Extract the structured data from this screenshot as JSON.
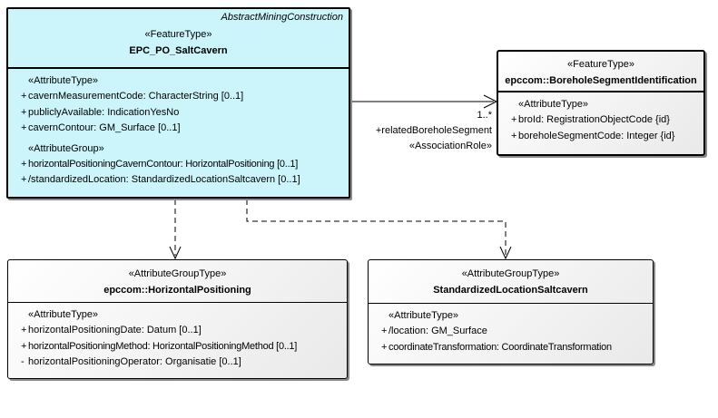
{
  "colors": {
    "background": "#ffffff",
    "feature_fill": "#cbf5fb",
    "border": "#000000",
    "shadow": "#8a8a8a"
  },
  "classes": {
    "salt_cavern": {
      "parent_label": "AbstractMiningConstruction",
      "stereotype": "«FeatureType»",
      "name": "EPC_PO_SaltCavern",
      "section1_heading": "«AttributeType»",
      "attr1": {
        "vis": "+",
        "text": "cavernMeasurementCode: CharacterString [0..1]"
      },
      "attr2": {
        "vis": "+",
        "text": "publiclyAvailable: IndicationYesNo"
      },
      "attr3": {
        "vis": "+",
        "text": "cavernContour: GM_Surface [0..1]"
      },
      "section2_heading": "«AttributeGroup»",
      "attr4": {
        "vis": "+",
        "text": "horizontalPositioningCavernContour: HorizontalPositioning [0..1]"
      },
      "attr5": {
        "vis": "+",
        "text": "/standardizedLocation: StandardizedLocationSaltcavern [0..1]"
      }
    },
    "borehole_segment_identification": {
      "stereotype": "«FeatureType»",
      "name": "epccom::BoreholeSegmentIdentification",
      "section1_heading": "«AttributeType»",
      "attr1": {
        "vis": "+",
        "text": "broId: RegistrationObjectCode {id}"
      },
      "attr2": {
        "vis": "+",
        "text": "boreholeSegmentCode: Integer {id}"
      }
    },
    "horizontal_positioning": {
      "stereotype": "«AttributeGroupType»",
      "name": "epccom::HorizontalPositioning",
      "section1_heading": "«AttributeType»",
      "attr1": {
        "vis": "+",
        "text": "horizontalPositioningDate: Datum [0..1]"
      },
      "attr2": {
        "vis": "+",
        "text": "horizontalPositioningMethod: HorizontalPositioningMethod [0..1]"
      },
      "attr3": {
        "vis": "-",
        "text": "horizontalPositioningOperator: Organisatie [0..1]"
      }
    },
    "standardized_location_saltcavern": {
      "stereotype": "«AttributeGroupType»",
      "name": "StandardizedLocationSaltcavern",
      "section1_heading": "«AttributeType»",
      "attr1": {
        "vis": "+",
        "text": "/location: GM_Surface"
      },
      "attr2": {
        "vis": "+",
        "text": "coordinateTransformation: CoordinateTransformation"
      }
    }
  },
  "connectors": {
    "association": {
      "multiplicity": "1..*",
      "role": "+relatedBoreholeSegment",
      "stereotype": "«AssociationRole»"
    }
  }
}
